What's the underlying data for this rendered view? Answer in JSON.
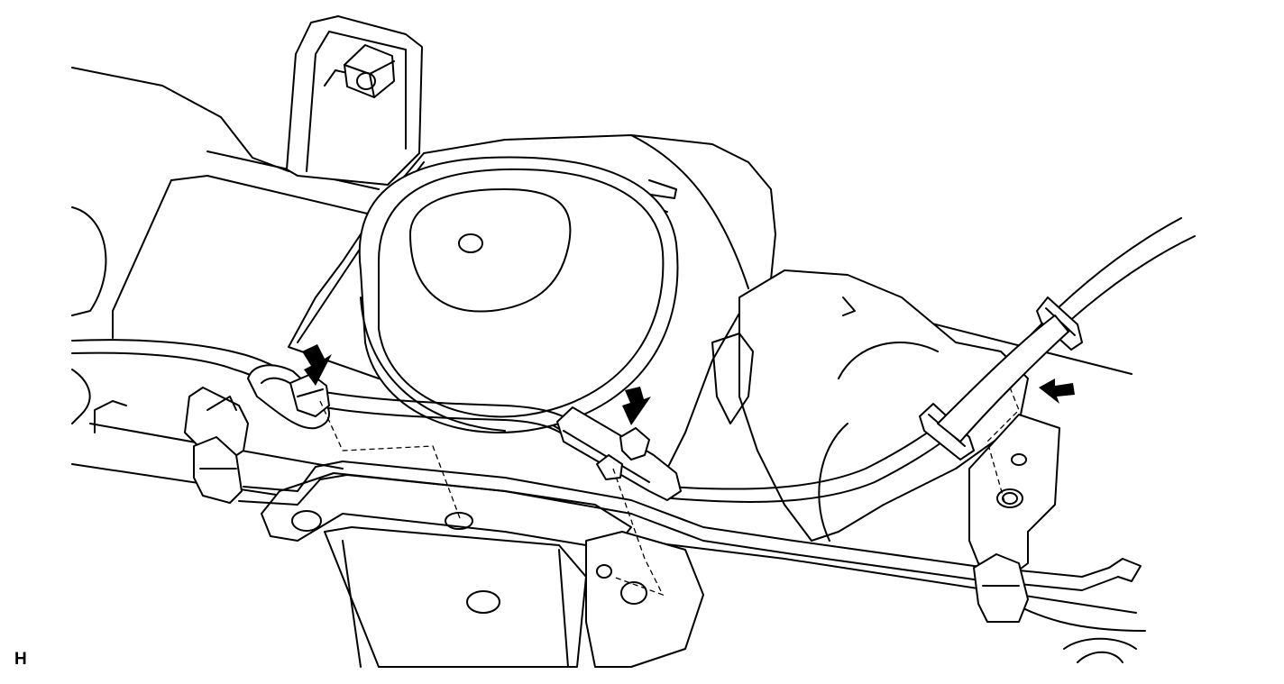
{
  "figure": {
    "code": "H",
    "stroke_color": "#000000",
    "background_color": "#ffffff",
    "callout_arrows": 3,
    "dashed_leader_lines": 3,
    "clamps_on_harness": 2
  }
}
